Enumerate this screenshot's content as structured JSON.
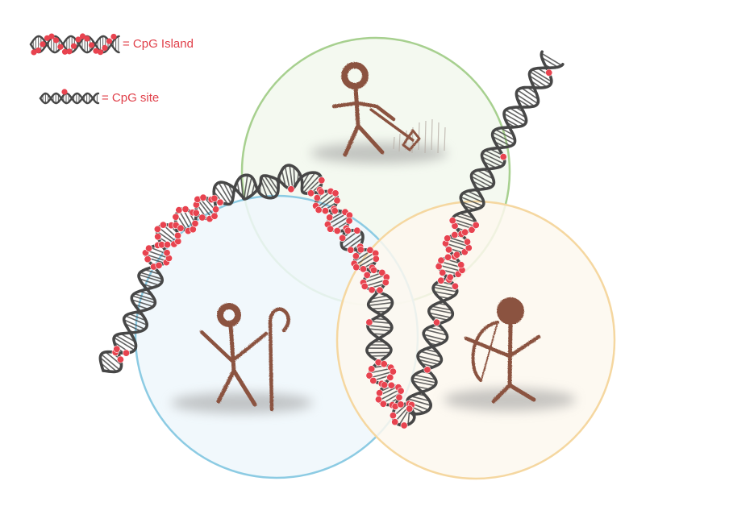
{
  "legend": {
    "island_label": "= CpG Island",
    "site_label": "= CpG site"
  },
  "colors": {
    "dna_strand": "#474747",
    "cpg_marker": "#e8434f",
    "figure_brown": "#8b5340",
    "circle_green": "#a7d08f",
    "circle_blue": "#8ccbe3",
    "circle_orange": "#f5d7a0",
    "fill_green": "#f3f8ee",
    "fill_blue": "#eef7fb",
    "fill_orange": "#fdf8ef",
    "shadow_gray": "#9a9a9a",
    "legend_text": "#e0404a"
  },
  "icons": {
    "farmer": "stick-figure-with-hoe",
    "shepherd": "stick-figure-with-crook",
    "hunter": "stick-figure-with-bow",
    "dna": "double-helix",
    "cpg": "red-dot"
  }
}
